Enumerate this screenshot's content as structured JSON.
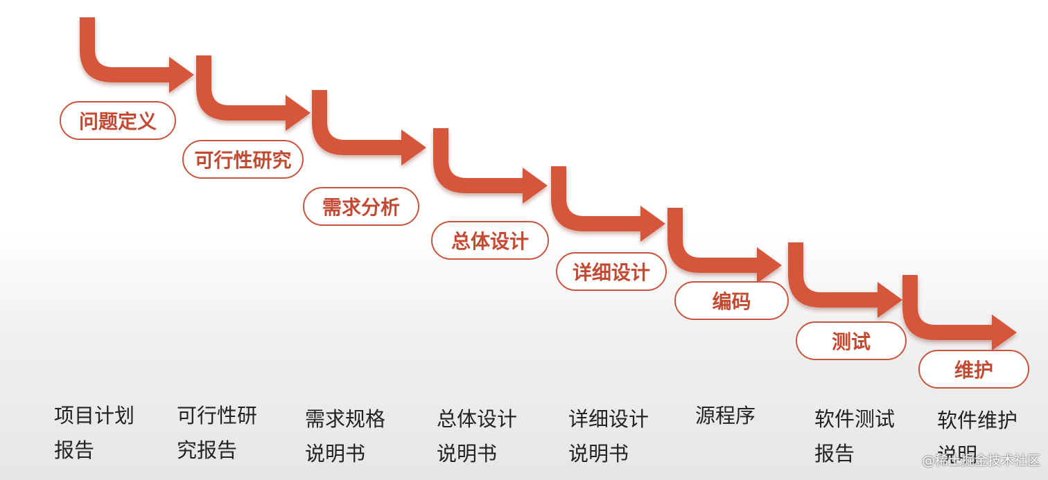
{
  "stages": [
    {
      "label": "问题定义"
    },
    {
      "label": "可行性研究"
    },
    {
      "label": "需求分析"
    },
    {
      "label": "总体设计"
    },
    {
      "label": "详细设计"
    },
    {
      "label": "编码"
    },
    {
      "label": "测试"
    },
    {
      "label": "维护"
    }
  ],
  "documents": [
    {
      "line1": "项目计划",
      "line2": "报告"
    },
    {
      "line1": "可行性研",
      "line2": "究报告"
    },
    {
      "line1": "需求规格",
      "line2": "说明书"
    },
    {
      "line1": "总体设计",
      "line2": "说明书"
    },
    {
      "line1": "详细设计",
      "line2": "说明书"
    },
    {
      "line1": "源程序",
      "line2": ""
    },
    {
      "line1": "软件测试",
      "line2": "报告"
    },
    {
      "line1": "软件维护",
      "line2": "说明"
    }
  ],
  "watermark": "@稀土掘金技术社区",
  "colors": {
    "arrow": "#d6573b",
    "stage_text": "#c24a33",
    "stage_border": "#c9533c"
  }
}
